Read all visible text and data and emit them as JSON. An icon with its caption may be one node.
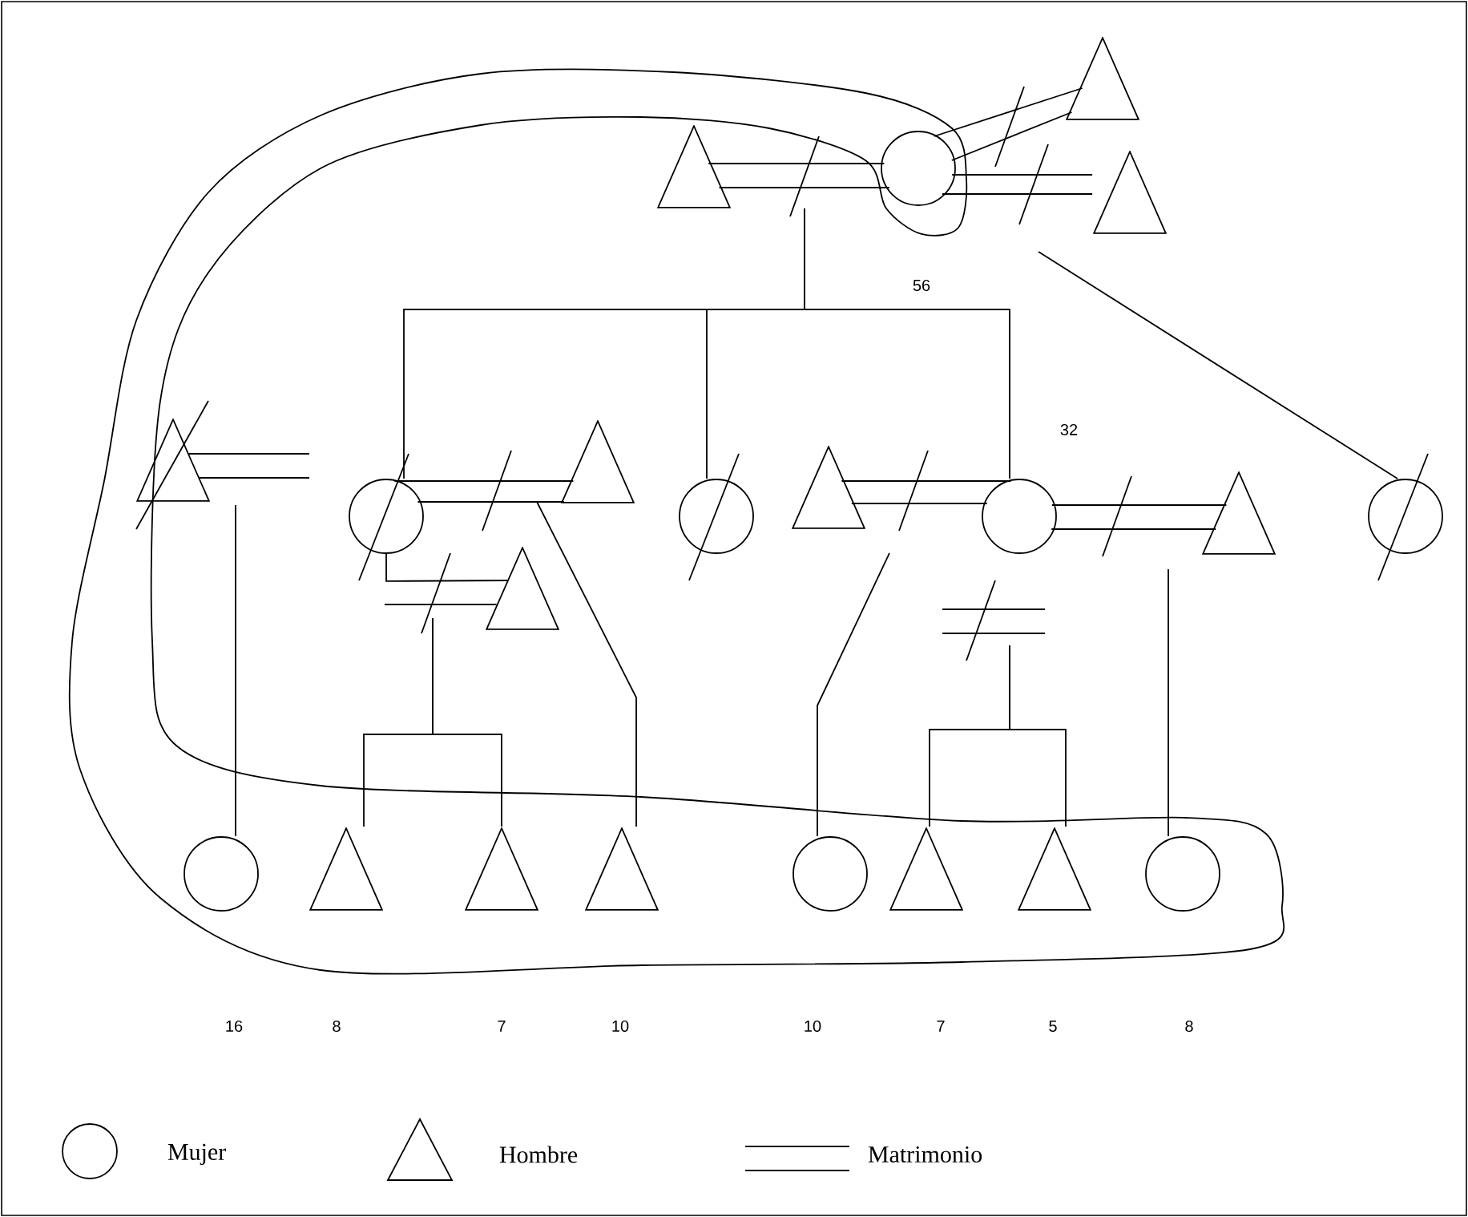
{
  "diagram": {
    "nodes": [
      {
        "text": [],
        "shape": "triangle"
      },
      {
        "text": [],
        "shape": "circle"
      },
      {
        "text": [],
        "shape": "triangle"
      },
      {
        "text": [],
        "shape": "triangle"
      },
      {
        "text": [],
        "shape": "triangle"
      },
      {
        "text": [],
        "shape": "circle"
      },
      {
        "text": [],
        "shape": "triangle"
      },
      {
        "text": [],
        "shape": "circle"
      },
      {
        "text": [],
        "shape": "triangle"
      },
      {
        "text": [],
        "shape": "circle"
      },
      {
        "text": [],
        "shape": "triangle"
      },
      {
        "text": [],
        "shape": "circle"
      },
      {
        "text": [],
        "shape": "triangle"
      },
      {
        "text": [],
        "shape": "circle"
      },
      {
        "text": [],
        "shape": "triangle"
      },
      {
        "text": [],
        "shape": "triangle"
      },
      {
        "text": [],
        "shape": "triangle"
      },
      {
        "text": [],
        "shape": "circle"
      },
      {
        "text": [],
        "shape": "triangle"
      },
      {
        "text": [],
        "shape": "triangle"
      },
      {
        "text": [],
        "shape": "circle"
      }
    ],
    "edges": [
      {
        "from": 0,
        "to": 1,
        "arrow": "none"
      },
      {
        "from": 1,
        "to": 2,
        "arrow": "none"
      },
      {
        "from": 1,
        "to": 3,
        "arrow": "none"
      },
      {
        "from": 4,
        "to": null,
        "arrow": "none"
      },
      {
        "from": 5,
        "to": 6,
        "arrow": "none"
      },
      {
        "from": 5,
        "to": 12,
        "arrow": "none"
      },
      {
        "from": 8,
        "to": 9,
        "arrow": "none"
      },
      {
        "from": 9,
        "to": 10,
        "arrow": "none"
      },
      {
        "from": null,
        "to": 5,
        "arrow": "none"
      },
      {
        "from": null,
        "to": 7,
        "arrow": "none"
      },
      {
        "from": null,
        "to": 9,
        "arrow": "none"
      },
      {
        "from": null,
        "to": 11,
        "arrow": "none"
      },
      {
        "from": null,
        "to": 13,
        "arrow": "none"
      },
      {
        "from": 5,
        "to": 14,
        "arrow": "none"
      },
      {
        "from": 5,
        "to": 15,
        "arrow": "none"
      },
      {
        "from": null,
        "to": 16,
        "arrow": "none"
      },
      {
        "from": null,
        "to": 17,
        "arrow": "none"
      },
      {
        "from": 9,
        "to": 18,
        "arrow": "none"
      },
      {
        "from": 9,
        "to": 19,
        "arrow": "none"
      },
      {
        "from": null,
        "to": 20,
        "arrow": "none"
      }
    ],
    "labels": [
      "56",
      "32",
      "16",
      "8",
      "7",
      "10",
      "10",
      "7",
      "5",
      "8"
    ],
    "legend": [
      {
        "text": "Mujer"
      },
      {
        "text": "Hombre"
      },
      {
        "text": "Matrimonio"
      }
    ]
  }
}
